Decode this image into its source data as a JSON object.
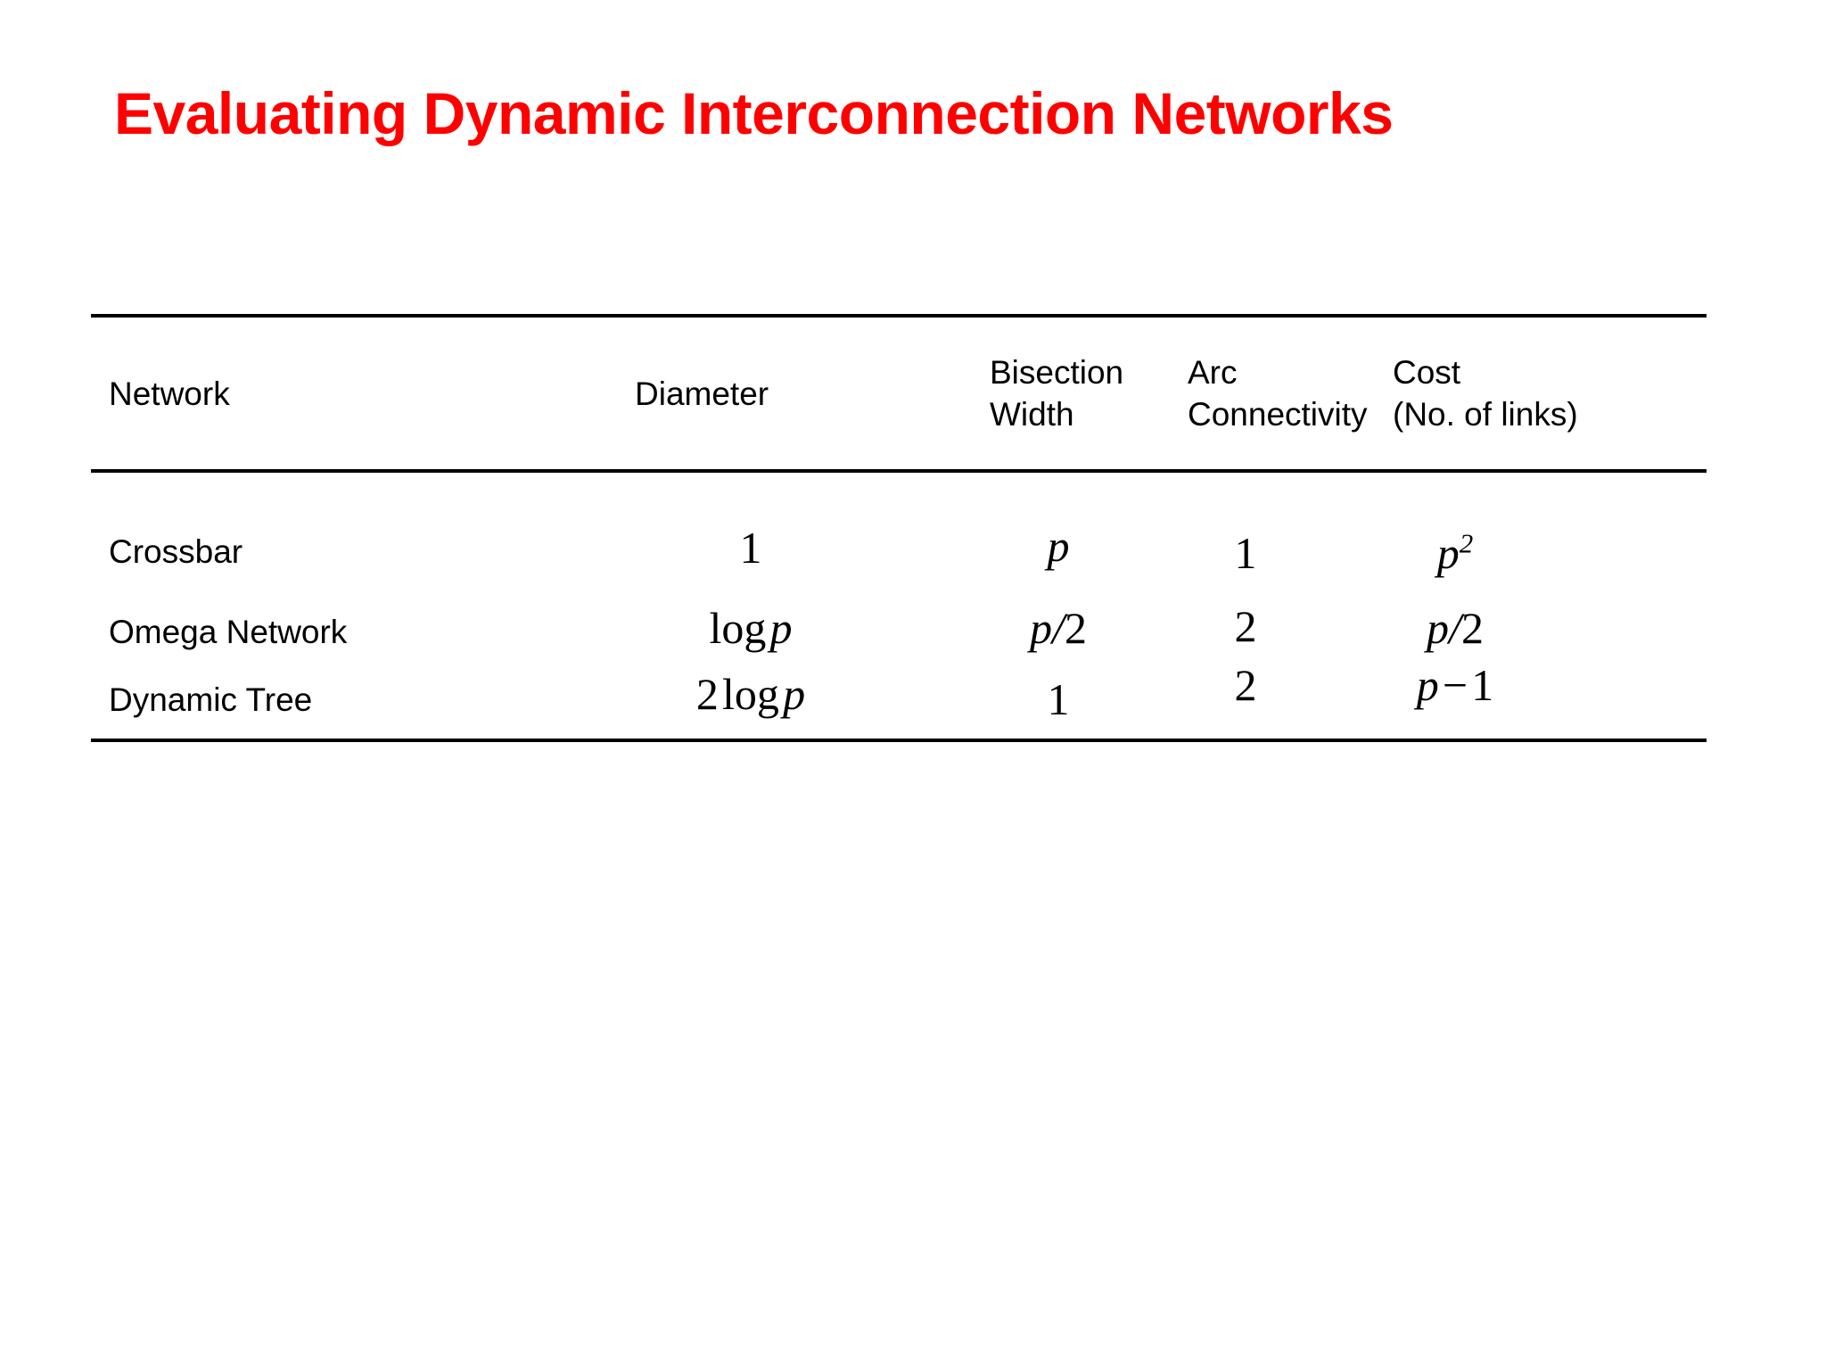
{
  "slide": {
    "title": "Evaluating Dynamic Interconnection Networks",
    "title_color": "#FF0000",
    "background_color": "#FFFFFF"
  },
  "table": {
    "headers": [
      {
        "line1": "Network",
        "line2": ""
      },
      {
        "line1": "Diameter",
        "line2": ""
      },
      {
        "line1": "Bisection",
        "line2": "Width"
      },
      {
        "line1": "Arc",
        "line2": "Connectivity"
      },
      {
        "line1": "Cost",
        "line2": "(No. of links)"
      }
    ],
    "rows": [
      {
        "network": "Crossbar",
        "diameter": "1",
        "bisection_width": "p",
        "arc_connectivity": "1",
        "cost": "p2"
      },
      {
        "network": "Omega Network",
        "diameter": "log p",
        "bisection_width": "p/2",
        "arc_connectivity": "2",
        "cost": "p/2"
      },
      {
        "network": "Dynamic Tree",
        "diameter": "2 log p",
        "bisection_width": "1",
        "arc_connectivity": "2",
        "cost": "p − 1"
      }
    ]
  }
}
